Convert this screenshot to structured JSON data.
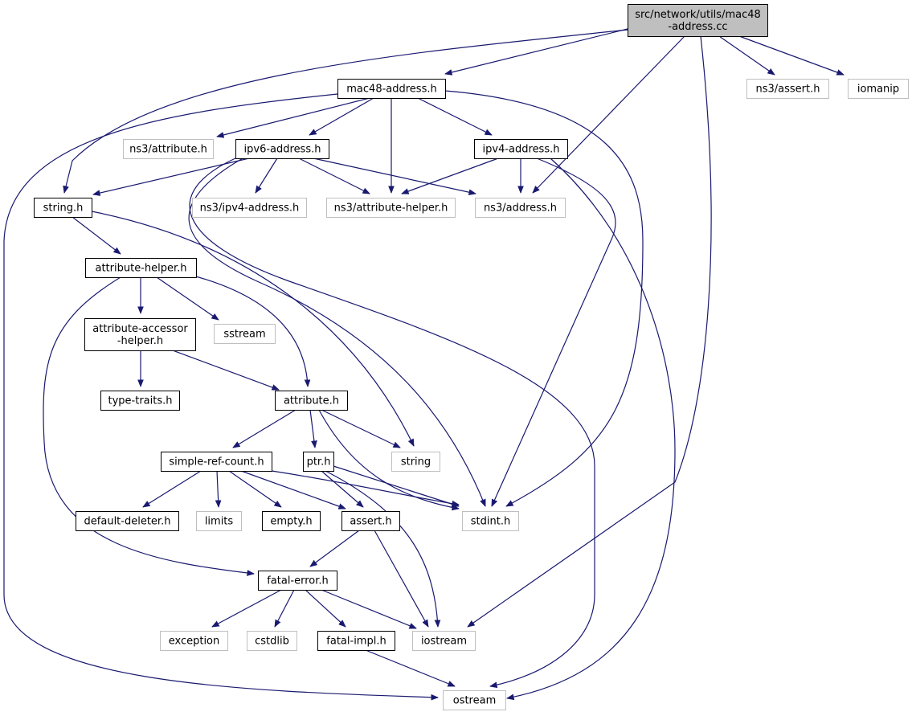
{
  "diagram": {
    "colors": {
      "edge": "#191970",
      "root_fill": "#bfbfbf",
      "node_border": "#000000",
      "external_border": "#bfbfbf",
      "background": "#ffffff"
    },
    "nodes": [
      {
        "id": "root",
        "lines": [
          "src/network/utils/mac48",
          "-address.cc"
        ],
        "kind": "root"
      },
      {
        "id": "mac48",
        "lines": [
          "mac48-address.h"
        ],
        "kind": "local"
      },
      {
        "id": "ns3assert",
        "lines": [
          "ns3/assert.h"
        ],
        "kind": "external"
      },
      {
        "id": "iomanip",
        "lines": [
          "iomanip"
        ],
        "kind": "external"
      },
      {
        "id": "ns3attribute",
        "lines": [
          "ns3/attribute.h"
        ],
        "kind": "external"
      },
      {
        "id": "ipv6",
        "lines": [
          "ipv6-address.h"
        ],
        "kind": "local"
      },
      {
        "id": "ipv4",
        "lines": [
          "ipv4-address.h"
        ],
        "kind": "local"
      },
      {
        "id": "stringh",
        "lines": [
          "string.h"
        ],
        "kind": "local"
      },
      {
        "id": "ns3ipv4",
        "lines": [
          "ns3/ipv4-address.h"
        ],
        "kind": "external"
      },
      {
        "id": "ns3ah",
        "lines": [
          "ns3/attribute-helper.h"
        ],
        "kind": "external"
      },
      {
        "id": "ns3addr",
        "lines": [
          "ns3/address.h"
        ],
        "kind": "external"
      },
      {
        "id": "attrhelper",
        "lines": [
          "attribute-helper.h"
        ],
        "kind": "local"
      },
      {
        "id": "accessor",
        "lines": [
          "attribute-accessor",
          "-helper.h"
        ],
        "kind": "local"
      },
      {
        "id": "sstream",
        "lines": [
          "sstream"
        ],
        "kind": "external"
      },
      {
        "id": "typetraits",
        "lines": [
          "type-traits.h"
        ],
        "kind": "local"
      },
      {
        "id": "attribute",
        "lines": [
          "attribute.h"
        ],
        "kind": "local"
      },
      {
        "id": "srcount",
        "lines": [
          "simple-ref-count.h"
        ],
        "kind": "local"
      },
      {
        "id": "ptr",
        "lines": [
          "ptr.h"
        ],
        "kind": "local"
      },
      {
        "id": "string",
        "lines": [
          "string"
        ],
        "kind": "external"
      },
      {
        "id": "defdel",
        "lines": [
          "default-deleter.h"
        ],
        "kind": "local"
      },
      {
        "id": "limits",
        "lines": [
          "limits"
        ],
        "kind": "external"
      },
      {
        "id": "empty",
        "lines": [
          "empty.h"
        ],
        "kind": "local"
      },
      {
        "id": "assert",
        "lines": [
          "assert.h"
        ],
        "kind": "local"
      },
      {
        "id": "stdint",
        "lines": [
          "stdint.h"
        ],
        "kind": "external"
      },
      {
        "id": "fatalerror",
        "lines": [
          "fatal-error.h"
        ],
        "kind": "local"
      },
      {
        "id": "exception",
        "lines": [
          "exception"
        ],
        "kind": "external"
      },
      {
        "id": "cstdlib",
        "lines": [
          "cstdlib"
        ],
        "kind": "external"
      },
      {
        "id": "fatalimpl",
        "lines": [
          "fatal-impl.h"
        ],
        "kind": "local"
      },
      {
        "id": "iostream",
        "lines": [
          "iostream"
        ],
        "kind": "external"
      },
      {
        "id": "ostream",
        "lines": [
          "ostream"
        ],
        "kind": "external"
      }
    ],
    "edges": [
      {
        "from": "root",
        "to": "mac48"
      },
      {
        "from": "root",
        "to": "ns3assert"
      },
      {
        "from": "root",
        "to": "iomanip"
      },
      {
        "from": "root",
        "to": "stringh"
      },
      {
        "from": "root",
        "to": "ns3addr"
      },
      {
        "from": "root",
        "to": "iostream"
      },
      {
        "from": "mac48",
        "to": "ns3attribute"
      },
      {
        "from": "mac48",
        "to": "ipv6"
      },
      {
        "from": "mac48",
        "to": "ns3ah"
      },
      {
        "from": "mac48",
        "to": "ipv4"
      },
      {
        "from": "mac48",
        "to": "ostream"
      },
      {
        "from": "mac48",
        "to": "stdint"
      },
      {
        "from": "ipv6",
        "to": "stringh"
      },
      {
        "from": "ipv6",
        "to": "ns3ipv4"
      },
      {
        "from": "ipv6",
        "to": "ns3ah"
      },
      {
        "from": "ipv6",
        "to": "ns3addr"
      },
      {
        "from": "ipv6",
        "to": "stdint"
      },
      {
        "from": "ipv6",
        "to": "ostream"
      },
      {
        "from": "ipv4",
        "to": "ns3ah"
      },
      {
        "from": "ipv4",
        "to": "ns3addr"
      },
      {
        "from": "ipv4",
        "to": "stdint"
      },
      {
        "from": "ipv4",
        "to": "ostream"
      },
      {
        "from": "stringh",
        "to": "attrhelper"
      },
      {
        "from": "stringh",
        "to": "string"
      },
      {
        "from": "attrhelper",
        "to": "accessor"
      },
      {
        "from": "attrhelper",
        "to": "sstream"
      },
      {
        "from": "attrhelper",
        "to": "attribute"
      },
      {
        "from": "attrhelper",
        "to": "fatalerror"
      },
      {
        "from": "accessor",
        "to": "typetraits"
      },
      {
        "from": "accessor",
        "to": "attribute"
      },
      {
        "from": "attribute",
        "to": "srcount"
      },
      {
        "from": "attribute",
        "to": "ptr"
      },
      {
        "from": "attribute",
        "to": "string"
      },
      {
        "from": "attribute",
        "to": "stdint"
      },
      {
        "from": "srcount",
        "to": "defdel"
      },
      {
        "from": "srcount",
        "to": "limits"
      },
      {
        "from": "srcount",
        "to": "empty"
      },
      {
        "from": "srcount",
        "to": "assert"
      },
      {
        "from": "srcount",
        "to": "stdint"
      },
      {
        "from": "ptr",
        "to": "assert"
      },
      {
        "from": "ptr",
        "to": "stdint"
      },
      {
        "from": "ptr",
        "to": "iostream"
      },
      {
        "from": "assert",
        "to": "fatalerror"
      },
      {
        "from": "assert",
        "to": "iostream"
      },
      {
        "from": "fatalerror",
        "to": "exception"
      },
      {
        "from": "fatalerror",
        "to": "cstdlib"
      },
      {
        "from": "fatalerror",
        "to": "fatalimpl"
      },
      {
        "from": "fatalerror",
        "to": "iostream"
      },
      {
        "from": "fatalimpl",
        "to": "ostream"
      }
    ]
  }
}
